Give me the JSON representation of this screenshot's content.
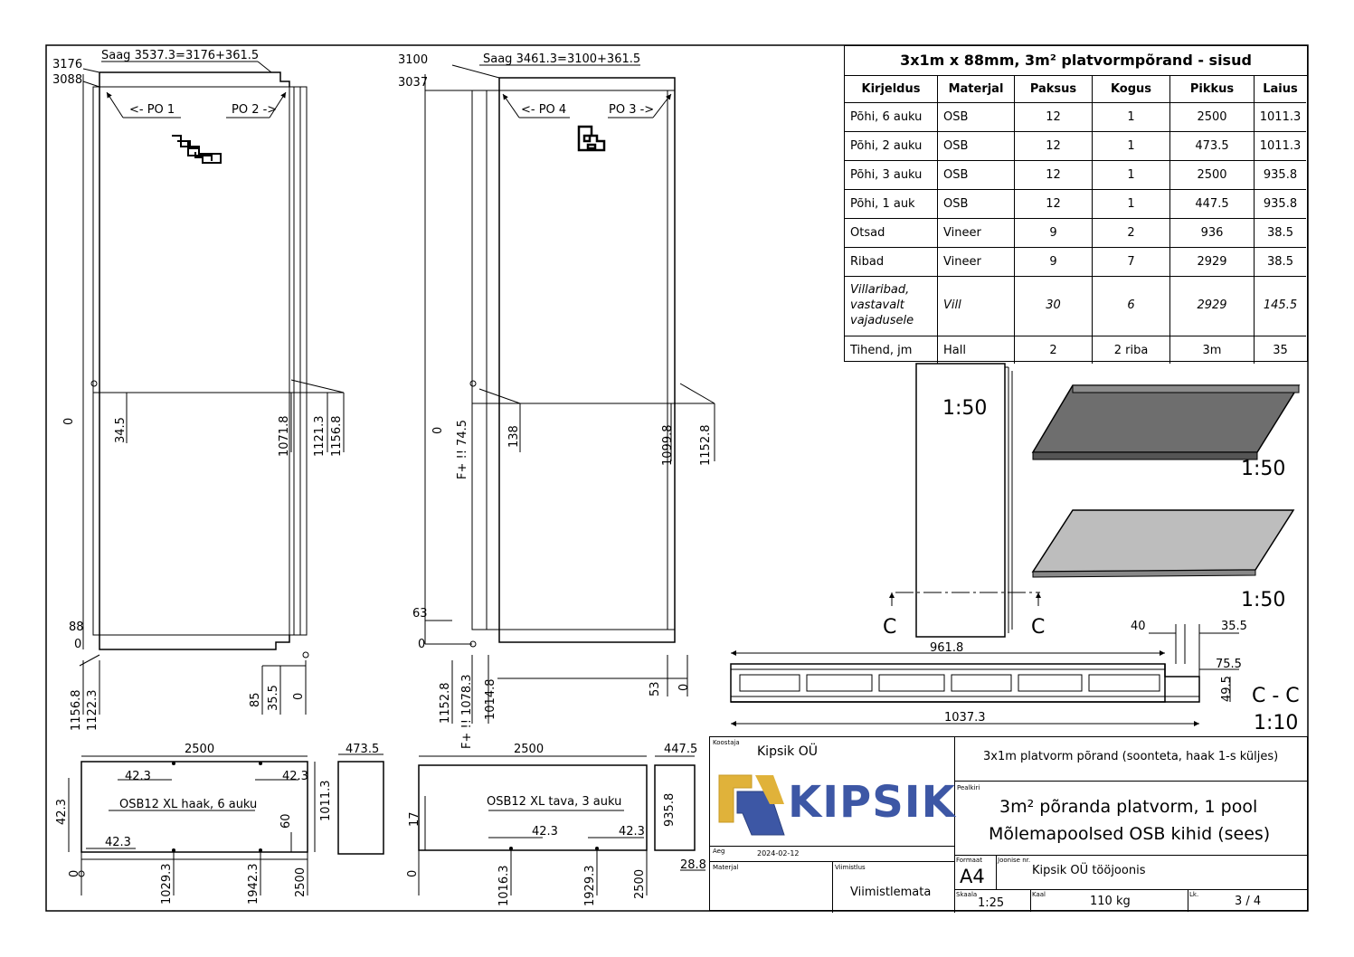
{
  "sheet_colors": {
    "line": "#000000",
    "panel_dark": "#6e6e6e",
    "panel_light": "#bdbdbd",
    "logo_blue": "#3d57a5",
    "logo_yellow": "#e0b23a"
  },
  "views": {
    "left": {
      "saw_label": "Saag 3537.3=3176+361.5",
      "dim_3176": "3176",
      "dim_3088": "3088",
      "po1": "<- PO 1",
      "po2": "PO 2 ->",
      "dim_0": "0",
      "dim_34_5": "34.5",
      "dim_1071_8": "1071.8",
      "dim_1121_3": "1121.3",
      "dim_1156_8": "1156.8",
      "dim_88": "88",
      "dim_0b": "0",
      "b_1156_8": "1156.8",
      "b_1122_3": "1122.3",
      "b_85": "85",
      "b_35_5": "35.5",
      "b_0": "0"
    },
    "right": {
      "saw_label": "Saag 3461.3=3100+361.5",
      "dim_3100": "3100",
      "dim_3037": "3037",
      "po4": "<- PO 4",
      "po3": "PO 3 ->",
      "dim_0": "0",
      "dim_f74": "F+ !! 74.5",
      "dim_138": "138",
      "dim_1099_8": "1099.8",
      "dim_1152_8": "1152.8",
      "dim_63": "63",
      "dim_0b": "0",
      "b_1152_8": "1152.8",
      "b_f1078": "F+ !! 1078.3",
      "b_1014_8": "1014.8",
      "b_53": "53",
      "b_0": "0"
    },
    "sheet_a": {
      "len": "2500",
      "wid": "1011.3",
      "side": "473.5",
      "label": "OSB12 XL haak, 6 auku",
      "d42a": "42.3",
      "d42b": "42.3",
      "d42c": "42.3",
      "d42d": "42.3",
      "d60": "60",
      "b0": "0",
      "b1": "1029.3",
      "b2": "1942.3",
      "b3": "2500"
    },
    "sheet_b": {
      "len": "2500",
      "wid": "935.8",
      "side": "447.5",
      "label": "OSB12 XL tava, 3 auku",
      "d17": "17",
      "d42a": "42.3",
      "d42b": "42.3",
      "d28": "28.8",
      "b0": "0",
      "b1": "1016.3",
      "b2": "1929.3",
      "b3": "2500"
    },
    "scales": {
      "s1": "1:50",
      "s2": "1:50",
      "s3": "1:50",
      "c_left": "C",
      "c_right": "C"
    },
    "section": {
      "d40": "40",
      "d35_5": "35.5",
      "d961_8": "961.8",
      "d75_5": "75.5",
      "d49_5": "49.5",
      "d1037_3": "1037.3",
      "title": "C - C",
      "scale": "1:10"
    }
  },
  "bom": {
    "title": "3x1m x 88mm, 3m² platvormpõrand - sisud",
    "headers": [
      "Kirjeldus",
      "Materjal",
      "Paksus",
      "Kogus",
      "Pikkus",
      "Laius"
    ],
    "rows": [
      [
        "Põhi, 6 auku",
        "OSB",
        "12",
        "1",
        "2500",
        "1011.3"
      ],
      [
        "Põhi, 2 auku",
        "OSB",
        "12",
        "1",
        "473.5",
        "1011.3"
      ],
      [
        "Põhi, 3 auku",
        "OSB",
        "12",
        "1",
        "2500",
        "935.8"
      ],
      [
        "Põhi, 1 auk",
        "OSB",
        "12",
        "1",
        "447.5",
        "935.8"
      ],
      [
        "Otsad",
        "Vineer",
        "9",
        "2",
        "936",
        "38.5"
      ],
      [
        "Ribad",
        "Vineer",
        "9",
        "7",
        "2929",
        "38.5"
      ],
      [
        "Villaribad, vastavalt vajadusele",
        "Vill",
        "30",
        "6",
        "2929",
        "145.5"
      ],
      [
        "Tihend, jm",
        "Hall",
        "2",
        "2 riba",
        "3m",
        "35"
      ]
    ]
  },
  "title_block": {
    "koostaja_lbl": "Koostaja",
    "koostaja": "Kipsik OÜ",
    "logo": "KIPSIK",
    "aeg_lbl": "Aeg",
    "aeg": "2024-02-12",
    "subtitle": "3x1m platvorm põrand (soonteta, haak 1-s küljes)",
    "pealkiri_lbl": "Pealkiri",
    "title1": "3m² põranda platvorm, 1 pool",
    "title2": "Mõlemapoolsed OSB kihid (sees)",
    "materjal_lbl": "Materjal",
    "viimistlus_lbl": "Viimistlus",
    "viimistlus": "Viimistlemata",
    "formaat_lbl": "Formaat",
    "formaat": "A4",
    "joonise_lbl": "Joonise nr.",
    "joonise": "Kipsik OÜ tööjoonis",
    "skaala_lbl": "Skaala",
    "skaala": "1:25",
    "kaal_lbl": "Kaal",
    "kaal": "110 kg",
    "lk_lbl": "Lk.",
    "lk": "3 / 4"
  }
}
